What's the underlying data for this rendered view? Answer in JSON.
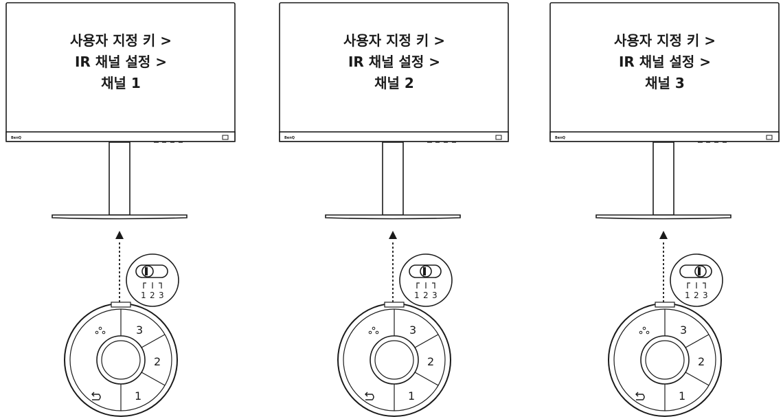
{
  "panels": [
    {
      "screen_lines": [
        "사용자 지정 키 >",
        "IR 채널 설정 >",
        "채널 1"
      ],
      "brand": "BenQ",
      "switch_labels": [
        "1",
        "2",
        "3"
      ],
      "remote_buttons": [
        "3",
        "2",
        "1"
      ]
    },
    {
      "screen_lines": [
        "사용자 지정 키 >",
        "IR 채널 설정 >",
        "채널 2"
      ],
      "brand": "BenQ",
      "switch_labels": [
        "1",
        "2",
        "3"
      ],
      "remote_buttons": [
        "3",
        "2",
        "1"
      ]
    },
    {
      "screen_lines": [
        "사용자 지정 키 >",
        "IR 채널 설정 >",
        "채널 3"
      ],
      "brand": "BenQ",
      "switch_labels": [
        "1",
        "2",
        "3"
      ],
      "remote_buttons": [
        "3",
        "2",
        "1"
      ]
    }
  ],
  "colors": {
    "line": "#1a1a1a",
    "background": "#ffffff"
  }
}
